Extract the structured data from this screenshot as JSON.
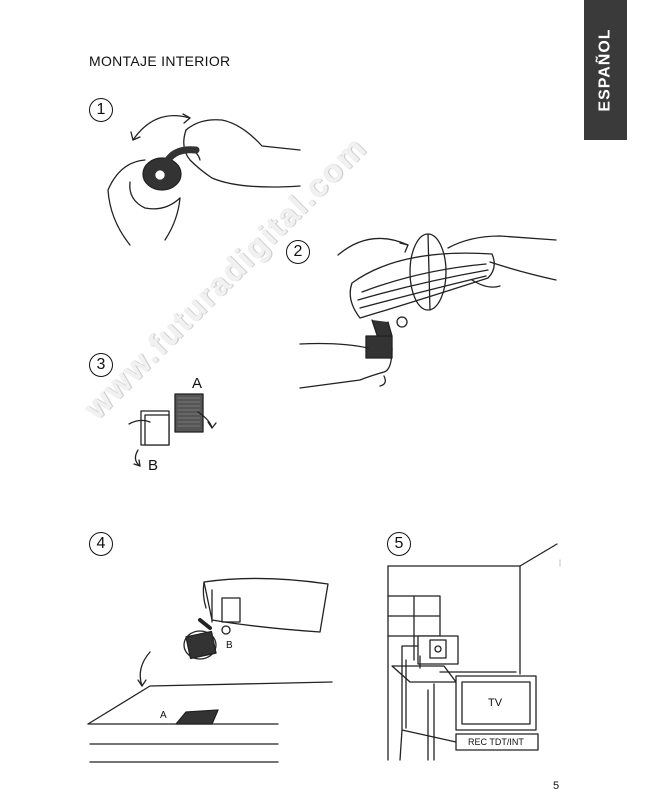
{
  "side_tab": {
    "label": "ESPAÑOL"
  },
  "title": "MONTAJE INTERIOR",
  "steps": [
    "1",
    "2",
    "3",
    "4",
    "5"
  ],
  "step3": {
    "label_a": "A",
    "label_b": "B"
  },
  "step4": {
    "label_a": "A",
    "label_b": "B"
  },
  "step5": {
    "tv_label": "TV",
    "rec_label": "REC TDT/INT"
  },
  "watermark": "www.futuradigital.com",
  "page_number": "5"
}
